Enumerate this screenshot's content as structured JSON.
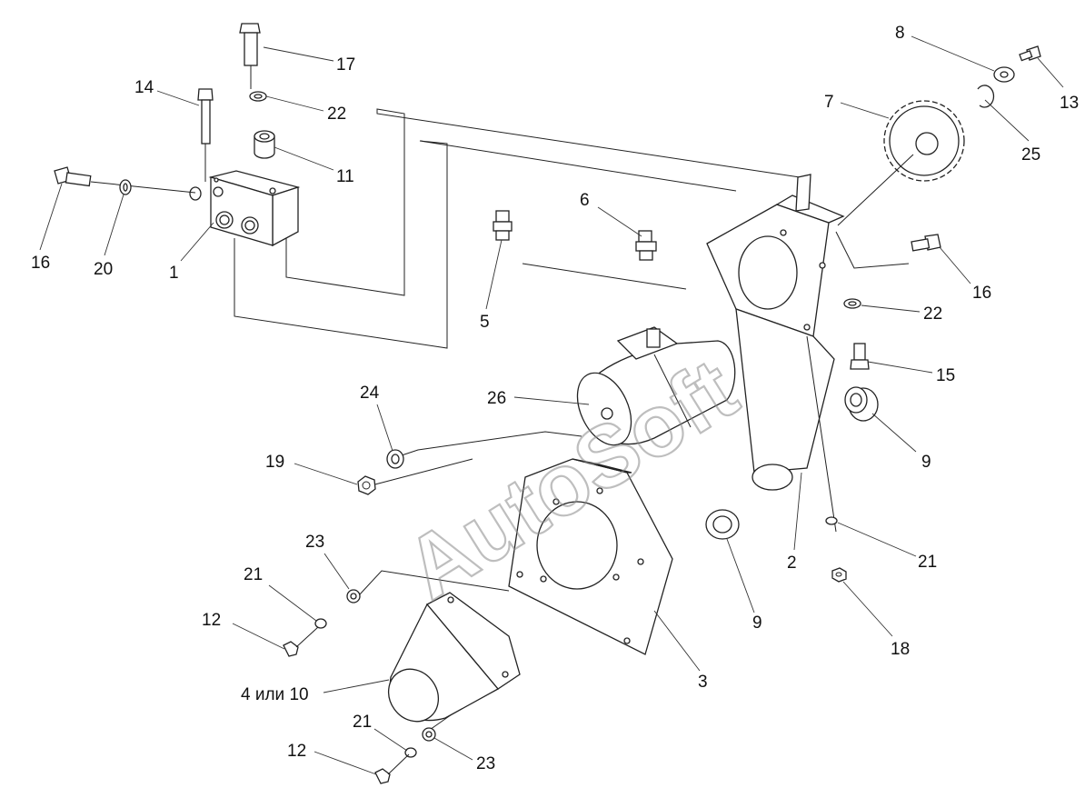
{
  "watermark": "AutoSoft",
  "callouts": [
    {
      "id": "c1",
      "label": "1"
    },
    {
      "id": "c2",
      "label": "2"
    },
    {
      "id": "c3",
      "label": "3"
    },
    {
      "id": "c4",
      "label": "4 или 10"
    },
    {
      "id": "c5",
      "label": "5"
    },
    {
      "id": "c6",
      "label": "6"
    },
    {
      "id": "c7",
      "label": "7"
    },
    {
      "id": "c8",
      "label": "8"
    },
    {
      "id": "c9a",
      "label": "9"
    },
    {
      "id": "c9b",
      "label": "9"
    },
    {
      "id": "c11",
      "label": "11"
    },
    {
      "id": "c12a",
      "label": "12"
    },
    {
      "id": "c12b",
      "label": "12"
    },
    {
      "id": "c13",
      "label": "13"
    },
    {
      "id": "c14",
      "label": "14"
    },
    {
      "id": "c15",
      "label": "15"
    },
    {
      "id": "c16a",
      "label": "16"
    },
    {
      "id": "c16b",
      "label": "16"
    },
    {
      "id": "c17",
      "label": "17"
    },
    {
      "id": "c18",
      "label": "18"
    },
    {
      "id": "c19",
      "label": "19"
    },
    {
      "id": "c20",
      "label": "20"
    },
    {
      "id": "c21a",
      "label": "21"
    },
    {
      "id": "c21b",
      "label": "21"
    },
    {
      "id": "c21c",
      "label": "21"
    },
    {
      "id": "c22a",
      "label": "22"
    },
    {
      "id": "c22b",
      "label": "22"
    },
    {
      "id": "c23a",
      "label": "23"
    },
    {
      "id": "c23b",
      "label": "23"
    },
    {
      "id": "c24",
      "label": "24"
    },
    {
      "id": "c25",
      "label": "25"
    },
    {
      "id": "c26",
      "label": "26"
    }
  ]
}
